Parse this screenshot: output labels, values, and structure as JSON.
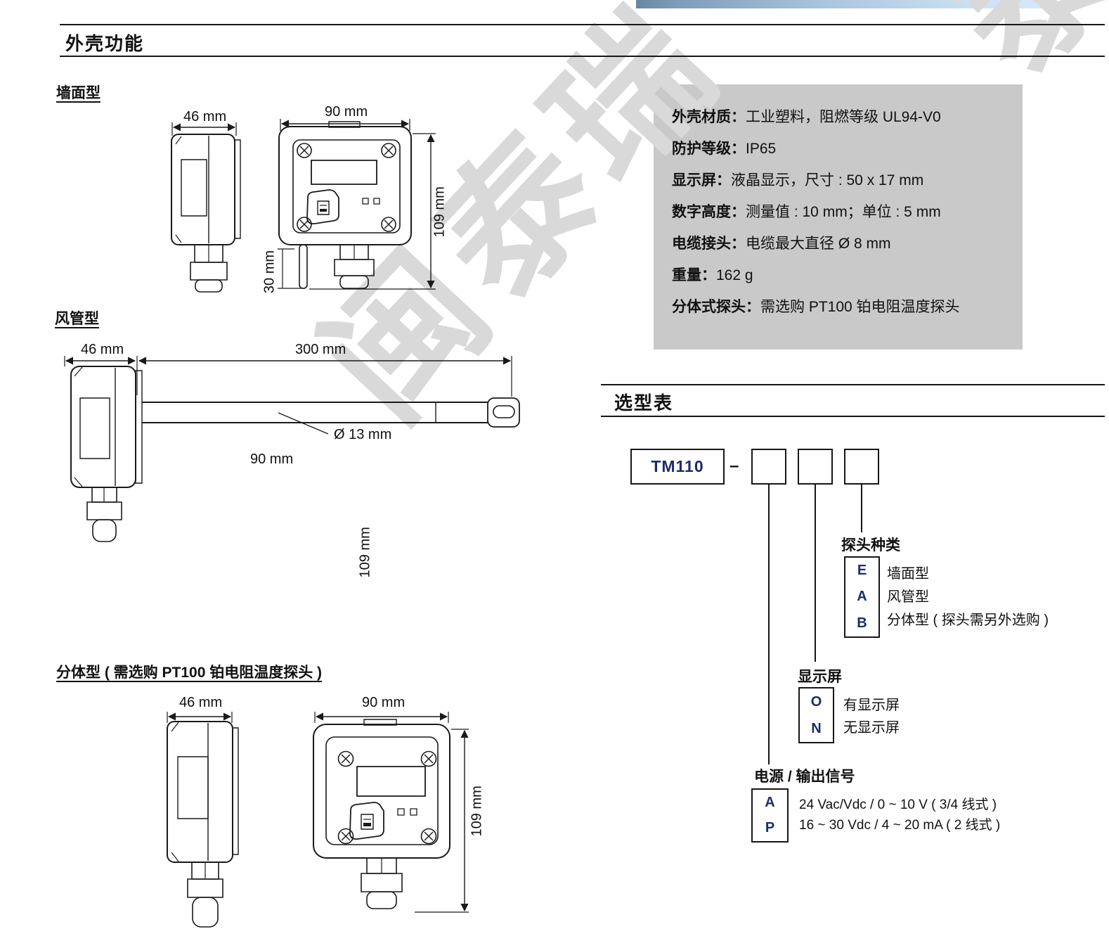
{
  "page": {
    "section1_title": "外壳功能",
    "section2_title": "选型表"
  },
  "watermark": {
    "text": "闽泰瑞",
    "corner_text": "泰",
    "color": "#d9d9d9"
  },
  "colors": {
    "accent_bar_left": "#7d9cba",
    "accent_bar_right": "#d8e8f7",
    "spec_panel_bg": "#c9c9c9",
    "code_text": "#1c2d6b",
    "ink": "#161616"
  },
  "wall": {
    "title": "墙面型",
    "dims": {
      "side_width": "46 mm",
      "front_width": "90 mm",
      "height": "109 mm",
      "probe_length": "30 mm"
    }
  },
  "duct": {
    "title": "风管型",
    "dims": {
      "width": "46 mm",
      "probe_length": "300 mm",
      "probe_diameter": "Ø 13 mm",
      "front_width": "90 mm",
      "height": "109 mm"
    }
  },
  "split": {
    "title": "分体型 ( 需选购 PT100 铂电阻温度探头 )",
    "dims": {
      "side_width": "46 mm",
      "front_width": "90 mm",
      "height": "109 mm"
    }
  },
  "specs": {
    "rows": [
      {
        "label": "外壳材质：",
        "value": "工业塑料，阻燃等级 UL94-V0"
      },
      {
        "label": "防护等级：",
        "value": "IP65"
      },
      {
        "label": "显示屏：",
        "value": "液晶显示，尺寸 : 50 x 17 mm"
      },
      {
        "label": "数字高度：",
        "value": "测量值 : 10 mm；单位 : 5 mm"
      },
      {
        "label": "电缆接头：",
        "value": "电缆最大直径 Ø 8 mm"
      },
      {
        "label": "重量：",
        "value": "162 g"
      },
      {
        "label": "分体式探头：",
        "value": "需选购 PT100 铂电阻温度探头"
      }
    ]
  },
  "selection": {
    "model": "TM110",
    "dash": "–",
    "groups": [
      {
        "title": "探头种类",
        "codes": [
          {
            "code": "E",
            "label": "墙面型"
          },
          {
            "code": "A",
            "label": "风管型"
          },
          {
            "code": "B",
            "label": "分体型 ( 探头需另外选购 )"
          }
        ]
      },
      {
        "title": "显示屏",
        "codes": [
          {
            "code": "O",
            "label": "有显示屏"
          },
          {
            "code": "N",
            "label": "无显示屏"
          }
        ]
      },
      {
        "title": "电源 / 输出信号",
        "codes": [
          {
            "code": "A",
            "label": "24 Vac/Vdc / 0 ~ 10 V ( 3/4 线式 )"
          },
          {
            "code": "P",
            "label": "16 ~ 30 Vdc / 4 ~ 20 mA ( 2 线式 )"
          }
        ]
      }
    ]
  }
}
